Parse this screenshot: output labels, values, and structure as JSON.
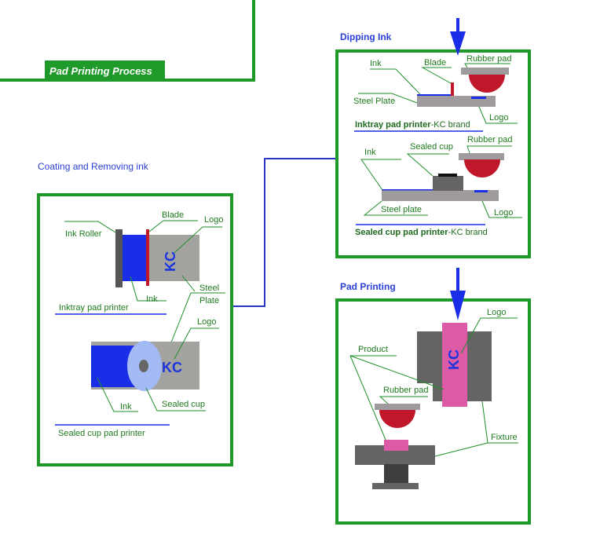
{
  "title": "Pad Printing Process",
  "colors": {
    "frame_green": "#1f9a2a",
    "label_green": "#1f7a1f",
    "heading_blue": "#2a3fd6",
    "ink_blue": "#1a2ee8",
    "blade_red": "#c0182a",
    "plate_gray": "#9e9a9e",
    "product_pink": "#dc5aa6",
    "fixture_gray": "#646464"
  },
  "sections": {
    "coating": {
      "heading": "Coating and Removing ink",
      "inktray": {
        "labels": {
          "ink_roller": "Ink Roller",
          "blade": "Blade",
          "logo": "Logo",
          "ink": "Ink",
          "steel_plate_1": "Steel",
          "steel_plate_2": "Plate"
        },
        "logo_text": "KC",
        "caption": "Inktray pad printer"
      },
      "sealed": {
        "labels": {
          "logo": "Logo",
          "ink": "Ink",
          "sealed_cup": "Sealed cup"
        },
        "logo_text": "KC",
        "caption": "Sealed cup pad printer"
      }
    },
    "dipping": {
      "heading": "Dipping Ink",
      "inktray": {
        "labels": {
          "ink": "Ink",
          "blade": "Blade",
          "rubber_pad": "Rubber pad",
          "steel_plate": "Steel Plate",
          "logo": "Logo"
        },
        "caption_bold": "Inktray pad printer",
        "caption_brand": "-KC brand"
      },
      "sealed": {
        "labels": {
          "ink": "Ink",
          "sealed_cup": "Sealed cup",
          "rubber_pad": "Rubber pad",
          "steel_plate": "Steel plate",
          "logo": "Logo"
        },
        "caption_bold": "Sealed cup pad printer",
        "caption_brand": "-KC brand"
      }
    },
    "printing": {
      "heading": "Pad Printing",
      "labels": {
        "logo": "Logo",
        "product": "Product",
        "rubber_pad": "Rubber pad",
        "fixture": "Fixture"
      },
      "logo_text": "KC"
    }
  }
}
